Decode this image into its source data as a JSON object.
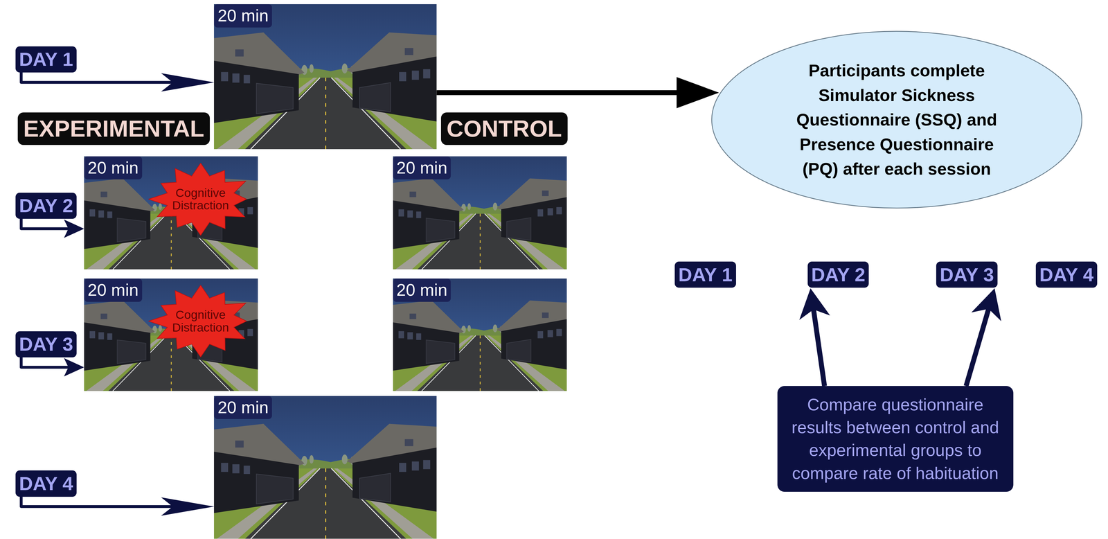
{
  "diagram": {
    "nodes": [
      {
        "text": [
          "DAY 1"
        ]
      },
      {
        "text": [
          "20 min"
        ]
      },
      {
        "text": [
          "EXPERIMENTAL"
        ]
      },
      {
        "text": [
          "CONTROL"
        ]
      },
      {
        "text": [
          "Participants complete Simulator Sickness Questionnaire (SSQ) and Presence Questionnaire (PQ) after each session"
        ]
      },
      {
        "text": [
          "DAY 2"
        ]
      },
      {
        "text": [
          "20 min"
        ]
      },
      {
        "text": [
          "Cognitive Distraction"
        ],
        "in": 6
      },
      {
        "text": [
          "20 min"
        ]
      },
      {
        "text": [
          "DAY 1"
        ]
      },
      {
        "text": [
          "DAY 2"
        ]
      },
      {
        "text": [
          "DAY 3"
        ]
      },
      {
        "text": [
          "DAY 4"
        ]
      },
      {
        "text": [
          "DAY 3"
        ]
      },
      {
        "text": [
          "20 min"
        ]
      },
      {
        "text": [
          "Cognitive Distraction"
        ],
        "in": 14
      },
      {
        "text": [
          "20 min"
        ]
      },
      {
        "text": [
          "Compare questionnaire results between control and experimental groups to compare rate of habituation"
        ]
      },
      {
        "text": [
          "DAY 4"
        ]
      },
      {
        "text": [
          "20 min"
        ]
      }
    ],
    "edges": [
      {
        "from": 0,
        "to": 1,
        "arrow": "to"
      },
      {
        "from": 1,
        "to": 4,
        "arrow": "to"
      },
      {
        "from": 5,
        "to": 6,
        "arrow": "to"
      },
      {
        "from": 13,
        "to": 14,
        "arrow": "to"
      },
      {
        "from": 18,
        "to": 19,
        "arrow": "to"
      },
      {
        "from": 17,
        "to": 10,
        "arrow": "to"
      },
      {
        "from": 17,
        "to": 11,
        "arrow": "to"
      }
    ]
  }
}
